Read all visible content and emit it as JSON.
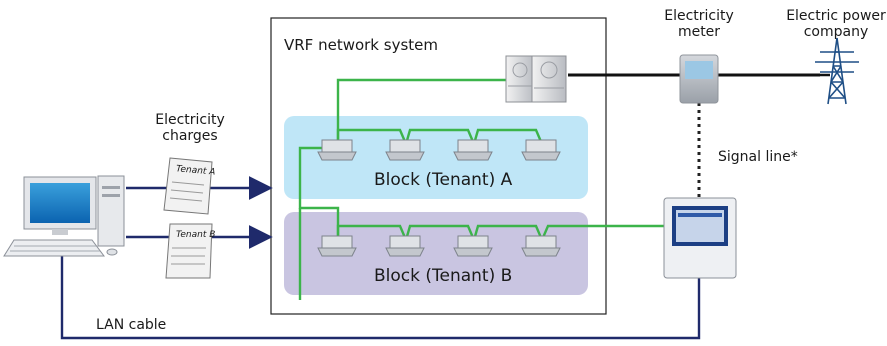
{
  "system": {
    "title": "VRF network system"
  },
  "blocks": [
    {
      "label": "Block (Tenant) A",
      "fill": "#bfe6f7"
    },
    {
      "label": "Block (Tenant) B",
      "fill": "#c9c5e1"
    }
  ],
  "labels": {
    "meter": "Electricity meter",
    "meter_l1": "Electricity",
    "meter_l2": "meter",
    "company_l1": "Electric power",
    "company_l2": "company",
    "charges_l1": "Electricity",
    "charges_l2": "charges",
    "signal_line": "Signal line*",
    "lan_cable": "LAN cable"
  },
  "documents": [
    {
      "label": "Tenant A"
    },
    {
      "label": "Tenant B"
    }
  ],
  "icons": {
    "computer": "desktop-computer-icon",
    "outdoor_unit": "outdoor-unit-icon",
    "indoor_unit": "cassette-indoor-unit-icon",
    "meter": "electricity-meter-icon",
    "tower": "power-tower-icon",
    "controller": "central-controller-icon",
    "document": "invoice-document-icon"
  },
  "colors": {
    "network_line": "#3cb44a",
    "lan_line": "#1f2a6b",
    "arrow": "#1f2a6b",
    "power_line": "#111111",
    "tower": "#1f4f86"
  }
}
